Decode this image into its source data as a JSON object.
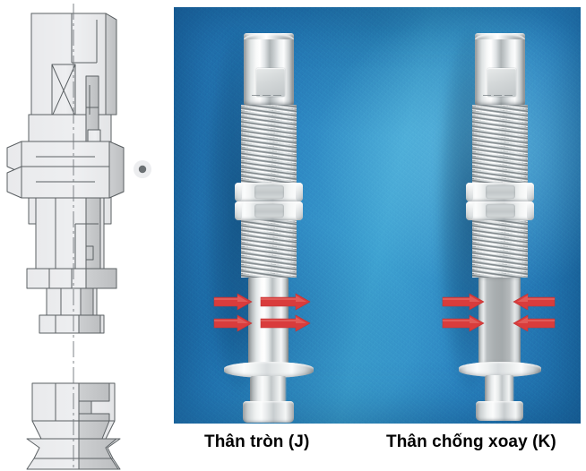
{
  "figure": {
    "type": "product-comparison-photo-with-cross-section",
    "background_color": "#2a82bf",
    "background_highlight": "#3fa3d2",
    "arrow_color": "#d93c3c",
    "metal_color": "#e6eaeb",
    "caption_color": "#000000"
  },
  "drawing": {
    "name": "vacuum-suction-cup-cross-section",
    "line_color": "#555a5c",
    "fill_light": "#ebecee",
    "fill_mid": "#c9cbcd",
    "centerline_color": "#707578",
    "parts": [
      "body",
      "spring-section",
      "hex-nut",
      "lock-nut",
      "stem",
      "fitting-port",
      "bellows-suction-cup"
    ]
  },
  "photo": {
    "specimens": [
      {
        "id": "J",
        "name": "round-body-specimen",
        "shaft_type": "round",
        "arrow_count": 4,
        "arrow_direction": "right",
        "caption": "Thân tròn (J)"
      },
      {
        "id": "K",
        "name": "anti-rotation-body-specimen",
        "shaft_type": "flat-anti-rotation",
        "arrow_count": 4,
        "arrow_direction": "converging",
        "caption": "Thân chống xoay (K)"
      }
    ]
  },
  "captions": {
    "left": "Thân tròn (J)",
    "right": "Thân chống xoay (K)"
  }
}
